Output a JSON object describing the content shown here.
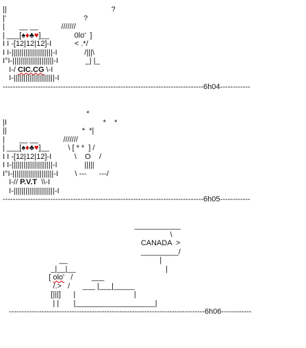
{
  "panels": [
    {
      "time": "6h04",
      "segments": [
        {
          "t": "||                                                  ?\n|'                                     ?\n|       __ __           ///////\n| ___["
        },
        {
          "t": "♠",
          "c": "black"
        },
        {
          "t": "♦",
          "c": "red"
        },
        {
          "t": "♣",
          "c": "black"
        },
        {
          "t": "♥",
          "c": "red"
        },
        {
          "t": "]__            0lo'  ]\nI I -[12|12|12]-I           < .*/\nI I-|||||||||||||||||||||-I             /|||\\\nI°I-|||||||||||||||||||||-I             _| |_\n   I-/ "
        },
        {
          "t": "CIC.CG",
          "c": "boldsquig"
        },
        {
          "t": " \\-I\n   I-|||||||||||||||||||||-I\n--------------------------------------------------------------------------------"
        },
        {
          "t": "6h04",
          "k": "time"
        },
        {
          "t": "------------"
        }
      ]
    },
    {
      "time": "6h05",
      "segments": [
        {
          "t": "                                        *\n|I                                              *    *\n||                                    *  *|\n|       __ __            ///////\n| ___["
        },
        {
          "t": "♠",
          "c": "black"
        },
        {
          "t": "♦",
          "c": "red"
        },
        {
          "t": "♣",
          "c": "black"
        },
        {
          "t": "♥",
          "c": "red"
        },
        {
          "t": "]__         \\ [ * *  ] /\nI I -[12|12|12]-I           \\    O    /\nI I-|||||||||||||||||||||-I             |||||\nI°I-|||||||||||||||||||||-I        \\ ---      ---/\n   I-// "
        },
        {
          "t": "P.V.T",
          "c": "bold"
        },
        {
          "t": "  \\\\-I\n   I-|||||||||||||||||||||-I\n--------------------------------------------------------------------------------"
        },
        {
          "t": "6h05",
          "k": "time"
        },
        {
          "t": "------------"
        }
      ]
    },
    {
      "time": "6h06",
      "segments": [
        {
          "t": "                                                               ___________\n                                                                                \\\n                                                                  CANADA  >\n                                                                  _________/\n                           __                                            |\n                       _|__|__                                           |\n                      [ "
        },
        {
          "t": "olo'",
          "c": "squig"
        },
        {
          "t": "   /         ___\n                        /.>   /      ___ |___|_____\n                       [|||]      |                            |\n                        | |       |___________________|\n   ------------------------------------------------------------------------------"
        },
        {
          "t": "6h06",
          "k": "time"
        },
        {
          "t": "------------"
        }
      ]
    }
  ]
}
